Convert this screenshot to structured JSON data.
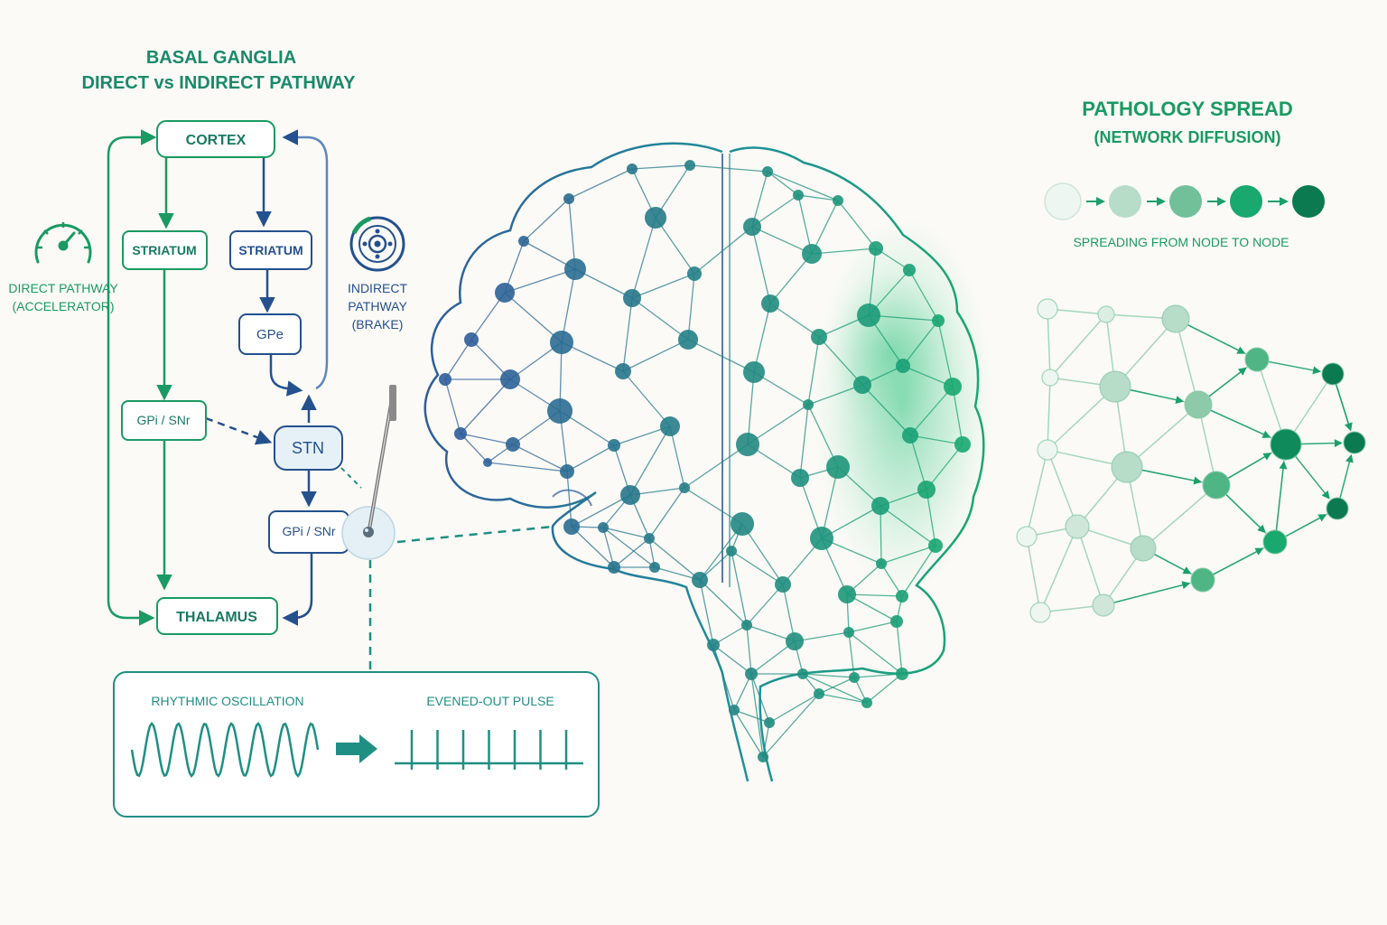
{
  "colors": {
    "green": "#1a9a63",
    "green_dark": "#0b7a50",
    "blue": "#24508e",
    "teal": "#1f8f84",
    "bg": "#fbfaf6"
  },
  "left_panel": {
    "title_line1": "BASAL GANGLIA",
    "title_line2": "DIRECT vs INDIRECT PATHWAY",
    "boxes": {
      "cortex": "CORTEX",
      "striatum_direct": "STRIATUM",
      "striatum_indirect": "STRIATUM",
      "gpe": "GPe",
      "gpi_snr_direct": "GPi / SNr",
      "stn": "STN",
      "gpi_snr_indirect": "GPi / SNr",
      "thalamus": "THALAMUS"
    },
    "direct_pathway": {
      "line1": "DIRECT PATHWAY",
      "line2": "(ACCELERATOR)",
      "icon": "speedometer-icon"
    },
    "indirect_pathway": {
      "line1": "INDIRECT",
      "line2": "PATHWAY",
      "line3": "(BRAKE)",
      "icon": "brake-disc-icon"
    },
    "electrode_icon": "dbs-electrode-icon"
  },
  "signal_box": {
    "left_label": "RHYTHMIC OSCILLATION",
    "right_label": "EVENED-OUT PULSE",
    "arrow_icon": "right-arrow-icon"
  },
  "right_panel": {
    "title": "PATHOLOGY SPREAD",
    "subtitle": "(NETWORK DIFFUSION)",
    "caption": "SPREADING FROM NODE TO NODE",
    "legend_steps": [
      "#eef6f1",
      "#b7dcc8",
      "#72c09a",
      "#19a86d",
      "#0b7a50"
    ]
  }
}
